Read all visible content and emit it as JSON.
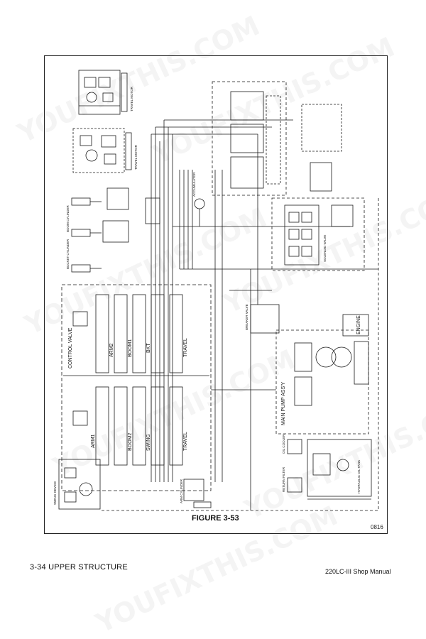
{
  "figure": {
    "caption": "FIGURE 3-53",
    "code": "0816"
  },
  "footer": {
    "page_label": "3-34   UPPER STRUCTURE",
    "manual_label": "220LC-III Shop Manual"
  },
  "watermark": {
    "text": "YOUFIXTHIS.COM"
  },
  "labels": {
    "control_valve": "CONTROL VALVE",
    "arm2": "ARM2",
    "boom1": "BOOM1",
    "bkt": "BKT",
    "travel_r": "TRAVEL",
    "arm1": "ARM1",
    "boom2": "BOOM2",
    "swing": "SWING",
    "travel_l": "TRAVEL",
    "main_pump": "MAIN PUMP ASS'Y",
    "engine": "ENGINE",
    "accumulator": "ACCUMULATOR",
    "solenoid_valve": "SOLENOID VALVE",
    "breaker_valve": "BREAKER VALVE",
    "boom_cylinder": "BOOM CYLINDER",
    "bucket_cylinder": "BUCKET CYLINDER",
    "arm_cylinder": "ARM CYLINDER",
    "swing_device": "SWING DEVICE",
    "hydraulic_tank": "HYDRAULIC OIL TANK",
    "oil_cooler": "OIL COOLER",
    "return_filter": "RETURN FILTER",
    "travel_motor_r": "TRAVEL MOTOR",
    "travel_motor_l": "TRAVEL MOTOR"
  }
}
